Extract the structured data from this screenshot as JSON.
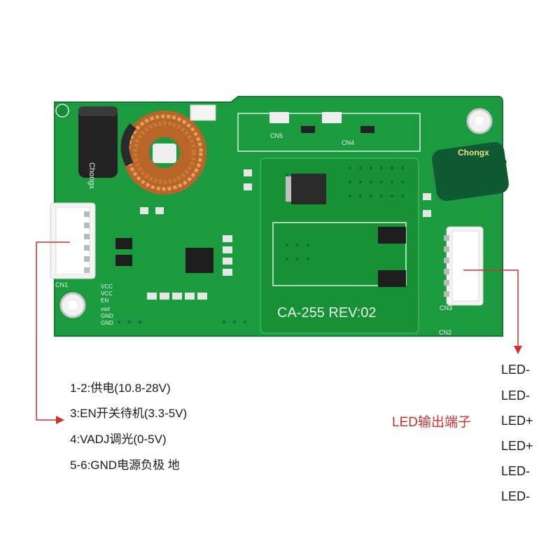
{
  "board": {
    "model_label": "CA-255 REV:02",
    "connector_labels": {
      "cn1": "CN1",
      "cn2": "CN2",
      "cn3": "CN3",
      "cn4": "CN4",
      "cn5": "CN5"
    },
    "pin_labels": [
      "VCC",
      "VCC",
      "EN",
      "vad",
      "GND",
      "GND"
    ],
    "capacitor_brand": "Chongx"
  },
  "input_notes": [
    "1-2:供电(10.8-28V)",
    "3:EN开关待机(3.3-5V)",
    "4:VADJ调光(0-5V)",
    "5-6:GND电源负极 地"
  ],
  "output_title": "LED输出端子",
  "output_pins": [
    "LED-",
    "LED-",
    "LED+",
    "LED+",
    "LED-",
    "LED-"
  ],
  "colors": {
    "pcb": "#1c9a3f",
    "pcb_dark": "#137a2f",
    "silkscreen": "#e9f3e9",
    "arrow": "#d0302f",
    "copper": "#c47a3a"
  }
}
